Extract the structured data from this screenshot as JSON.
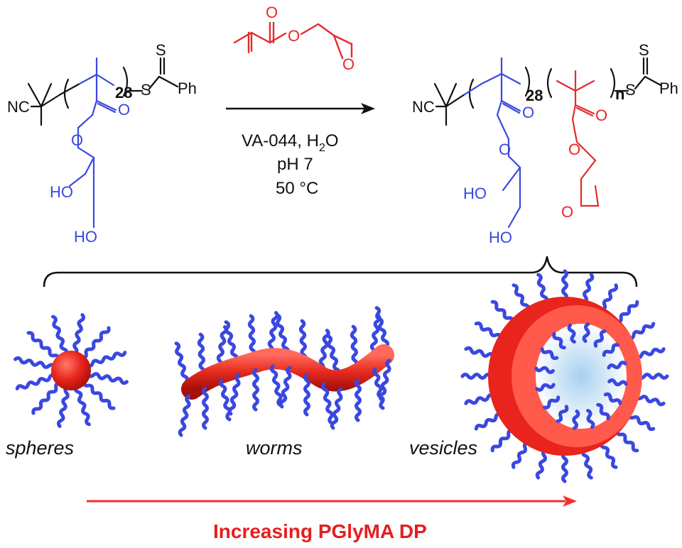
{
  "colors": {
    "stabilizer_blue": "#3a48e0",
    "core_red": "#ea2a2a",
    "arrow_red": "#f03030",
    "caption_red": "#e61e1e",
    "bond_black": "#111111"
  },
  "reactant": {
    "end_group": "NC",
    "thio_s": "S",
    "thio_s_double": "S",
    "phenyl": "Ph",
    "dp": "28",
    "ho_1": "HO",
    "ho_2": "HO"
  },
  "monomer": {
    "name_icon": "glycidyl-methacrylate-structure"
  },
  "conditions": {
    "line1_pre": "VA-044, H",
    "line1_sub": "2",
    "line1_post": "O",
    "line2": "pH 7",
    "line3": "50 °C"
  },
  "product": {
    "end_group": "NC",
    "thio_s": "S",
    "thio_s_double": "S",
    "phenyl": "Ph",
    "dp_stabilizer": "28",
    "dp_core": "n",
    "ho_1": "HO",
    "ho_2": "HO"
  },
  "morphologies": {
    "spheres": "spheres",
    "worms": "worms",
    "vesicles": "vesicles"
  },
  "caption": "Increasing PGlyMA DP"
}
